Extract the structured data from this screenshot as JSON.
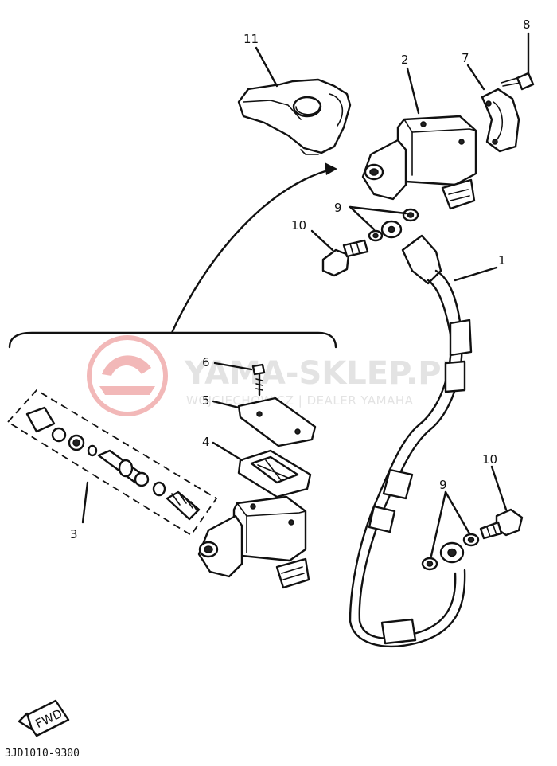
{
  "watermark": {
    "brand": "YAMA-SKLEP.PL",
    "subtitle": "WOJCIECHOWICZ | DEALER YAMAHA",
    "logo_color": "#f2b8b8"
  },
  "callouts": {
    "p1": "1",
    "p2": "2",
    "p3": "3",
    "p4": "4",
    "p5": "5",
    "p6": "6",
    "p7": "7",
    "p8": "8",
    "p9_top": "9",
    "p9_bottom": "9",
    "p10_top": "10",
    "p10_bottom": "10",
    "p11": "11"
  },
  "direction_tag": "FWD",
  "diagram_code": "3JD1010-9300",
  "colors": {
    "ink": "#111111",
    "background": "#ffffff"
  }
}
